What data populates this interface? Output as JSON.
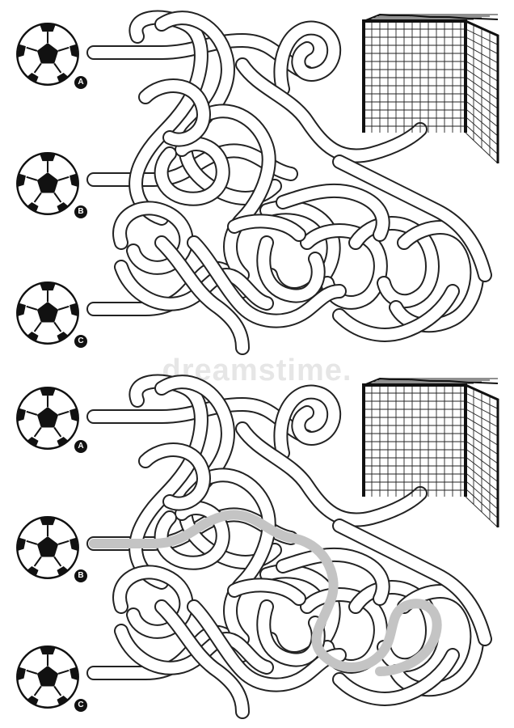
{
  "watermark": "dreamstime.",
  "colors": {
    "line": "#222222",
    "path_fill": "#ffffff",
    "solution": "#c4c4c4",
    "badge": "#111111"
  },
  "puzzles": [
    {
      "id": "top",
      "shows_solution": false,
      "balls": [
        {
          "label": "A",
          "icon": "soccer-ball-icon"
        },
        {
          "label": "B",
          "icon": "soccer-ball-icon"
        },
        {
          "label": "C",
          "icon": "soccer-ball-icon"
        }
      ],
      "goal_icon": "soccer-goal-icon"
    },
    {
      "id": "bottom",
      "shows_solution": true,
      "solution_start": "B",
      "balls": [
        {
          "label": "A",
          "icon": "soccer-ball-icon"
        },
        {
          "label": "B",
          "icon": "soccer-ball-icon"
        },
        {
          "label": "C",
          "icon": "soccer-ball-icon"
        }
      ],
      "goal_icon": "soccer-goal-icon"
    }
  ]
}
